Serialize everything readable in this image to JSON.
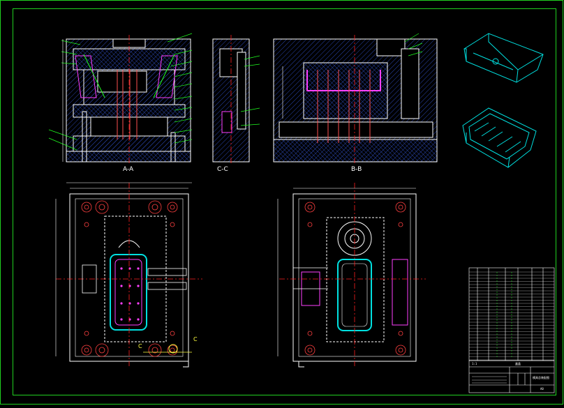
{
  "section_labels": {
    "aa": "A-A",
    "cc": "C-C",
    "bb": "B-B"
  },
  "cut_markers": {
    "c_left": "C",
    "c_right": "C"
  },
  "title_block": {
    "name_cell": "盒盖",
    "code_cell": "模具总装配图",
    "scale_cell": "1:1",
    "sheet_cell": "A0"
  },
  "colors": {
    "background": "#000000",
    "frame": "#20d020",
    "outline": "#ffffff",
    "centerline": "#ff2020",
    "leader": "#20ff20",
    "cavity": "#00e0e0",
    "insert": "#ff40ff",
    "hatch": "#3050c0",
    "dimension": "#ffffff"
  }
}
